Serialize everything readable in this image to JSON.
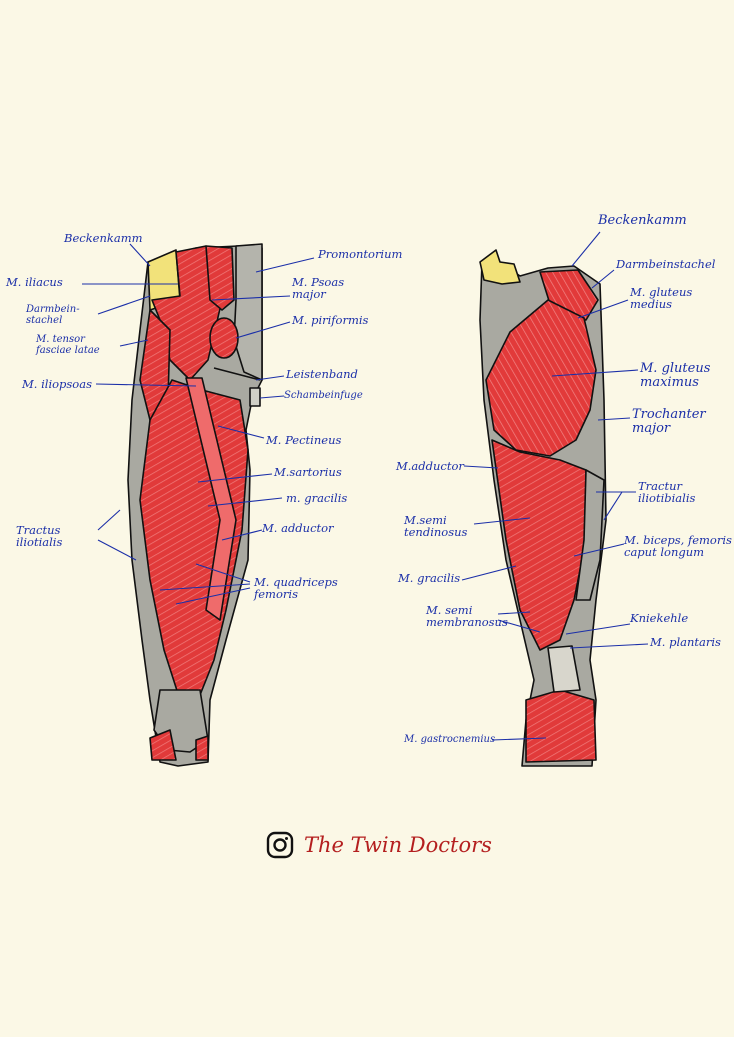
{
  "colors": {
    "background": "#fbf8e6",
    "muscle": "#e13a3a",
    "muscle_light": "#ef6b6b",
    "bone": "#a9a9a1",
    "cartilage": "#f2e27a",
    "label": "#1b2fa8",
    "brand": "#b41f1f"
  },
  "anterior_view": {
    "labels": {
      "beckenkamm": "Beckenkamm",
      "iliacus": "M. iliacus",
      "darmbeinstachel": "Darmbein-\nstachel",
      "tensor": "M. tensor\nfasciae latae",
      "iliopsoas": "M. iliopsoas",
      "tractus": "Tractus\niliotialis",
      "promontorium": "Promontorium",
      "psoas": "M. Psoas\nmajor",
      "piriformis": "M. piriformis",
      "leistenband": "Leistenband",
      "schambeinfuge": "Schambeinfuge",
      "pectineus": "M. Pectineus",
      "sartorius": "M.sartorius",
      "gracilis": "m. gracilis",
      "adductor": "M. adductor",
      "quadriceps": "M. quadriceps\nfemoris"
    }
  },
  "posterior_view": {
    "labels": {
      "beckenkamm": "Beckenkamm",
      "darmbeinstachel": "Darmbeinstachel",
      "gluteus_medius": "M. gluteus\nmedius",
      "gluteus_maximus": "M. gluteus\nmaximus",
      "trochanter": "Trochanter\nmajor",
      "tractus": "Tractur\niliotibialis",
      "biceps": "M. biceps, femoris\ncaput longum",
      "adductor": "M.adductor",
      "semitendinosus": "M.semi\ntendinosus",
      "gracilis": "M. gracilis",
      "semimembranosus": "M. semi\nmembranosus",
      "kniekehle": "Kniekehle",
      "plantaris": "M. plantaris",
      "gastrocnemius": "M. gastrocnemius"
    }
  },
  "brand": {
    "icon": "instagram-icon",
    "text": "The Twin Doctors"
  }
}
